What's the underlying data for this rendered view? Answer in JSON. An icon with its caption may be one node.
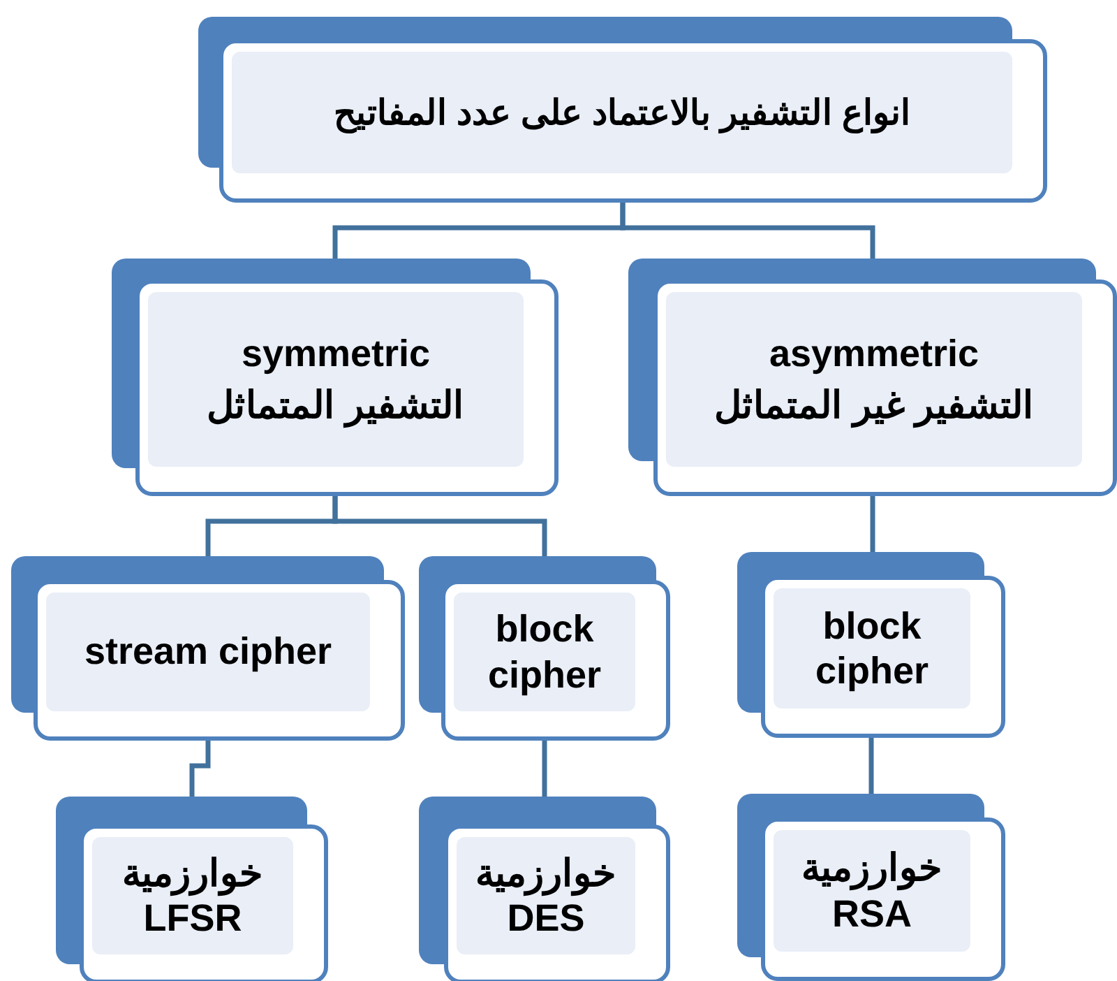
{
  "diagram": {
    "nodes": [
      {
        "text": [
          "انواع التشفير بالاعتماد على عدد المفاتيح"
        ]
      },
      {
        "text": [
          "symmetric",
          "التشفير المتماثل"
        ]
      },
      {
        "text": [
          "asymmetric",
          "التشفير غير المتماثل"
        ]
      },
      {
        "text": [
          "stream cipher"
        ]
      },
      {
        "text": [
          "block cipher"
        ]
      },
      {
        "text": [
          "block cipher"
        ]
      },
      {
        "text": [
          "خوارزمية LFSR"
        ]
      },
      {
        "text": [
          "خوارزمية DES"
        ]
      },
      {
        "text": [
          "خوارزمية RSA"
        ]
      }
    ],
    "edges": [
      {
        "from": 0,
        "to": 1,
        "arrow": "none"
      },
      {
        "from": 0,
        "to": 2,
        "arrow": "none"
      },
      {
        "from": 1,
        "to": 3,
        "arrow": "none"
      },
      {
        "from": 1,
        "to": 4,
        "arrow": "none"
      },
      {
        "from": 2,
        "to": 5,
        "arrow": "none"
      },
      {
        "from": 3,
        "to": 6,
        "arrow": "none"
      },
      {
        "from": 4,
        "to": 7,
        "arrow": "none"
      },
      {
        "from": 5,
        "to": 8,
        "arrow": "none"
      }
    ]
  }
}
